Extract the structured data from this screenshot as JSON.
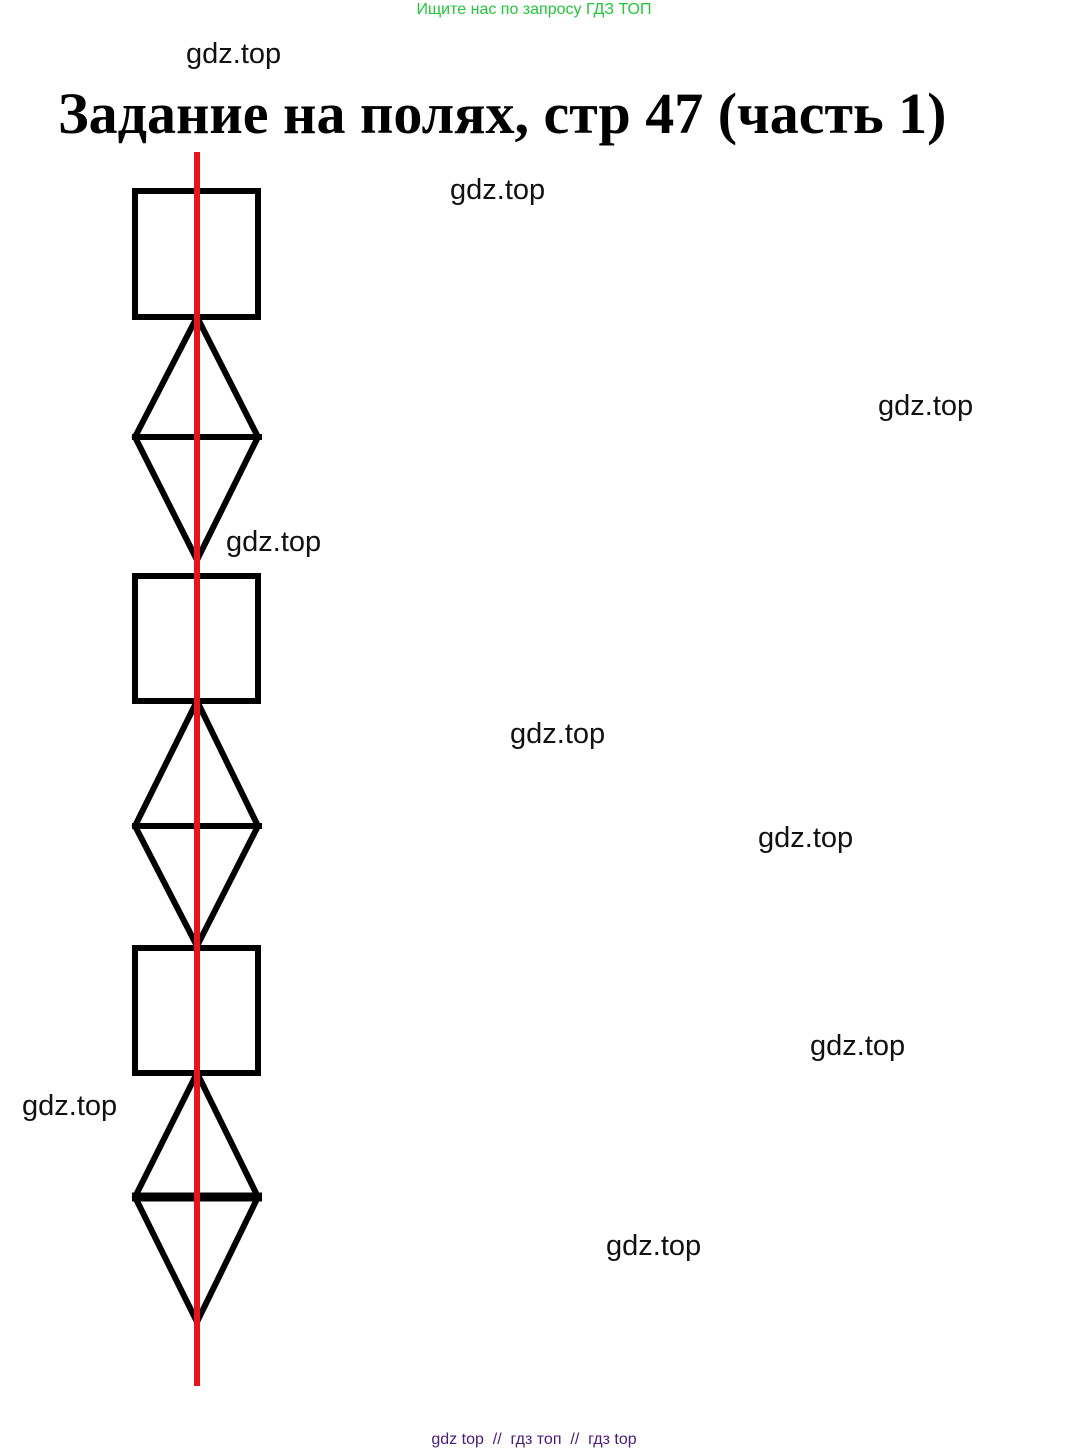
{
  "banner": "Ищите нас по запросу ГДЗ ТОП",
  "title": "Задание на полях, стр 47 (часть 1)",
  "watermarks": [
    "gdz.top",
    "gdz.top",
    "gdz.top",
    "gdz.top",
    "gdz.top",
    "gdz.top",
    "gdz.top",
    "gdz.top",
    "gdz.top"
  ],
  "footer": "gdz top  //  гдз топ  //  гдз top",
  "colors": {
    "banner": "#22c83a",
    "axis": "#e8141c",
    "shapes": "#000000",
    "footer": "#4b1a80"
  }
}
